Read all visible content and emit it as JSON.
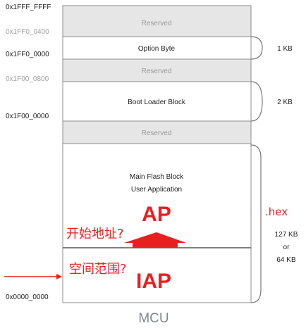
{
  "addresses": {
    "top": "0x1FFF_FFFF",
    "option_reserved_start": "0x1FF0_0400",
    "option_start": "0x1FF0_0000",
    "boot_reserved_start": "0x1F00_0800",
    "boot_start": "0x1F00_0000",
    "bottom": "0x0000_0000"
  },
  "blocks": {
    "reserved_label": "Reserved",
    "option_byte": "Option Byte",
    "boot_loader": "Boot Loader Block",
    "main_flash_line1": "Main Flash Block",
    "main_flash_line2": "User Application"
  },
  "sizes": {
    "option": "1 KB",
    "boot": "2 KB",
    "main_line1": "127 KB",
    "main_line2": "or",
    "main_line3": "64 KB"
  },
  "annotations": {
    "ap": "AP",
    "iap": "IAP",
    "hex": ".hex",
    "start_address": "开始地址?",
    "space_range": "空间范围?"
  },
  "footer": {
    "mcu": "MCU"
  },
  "colors": {
    "red": "#e8201f",
    "reserved_fill": "#e6e6e6",
    "border": "#8c8c8c"
  }
}
